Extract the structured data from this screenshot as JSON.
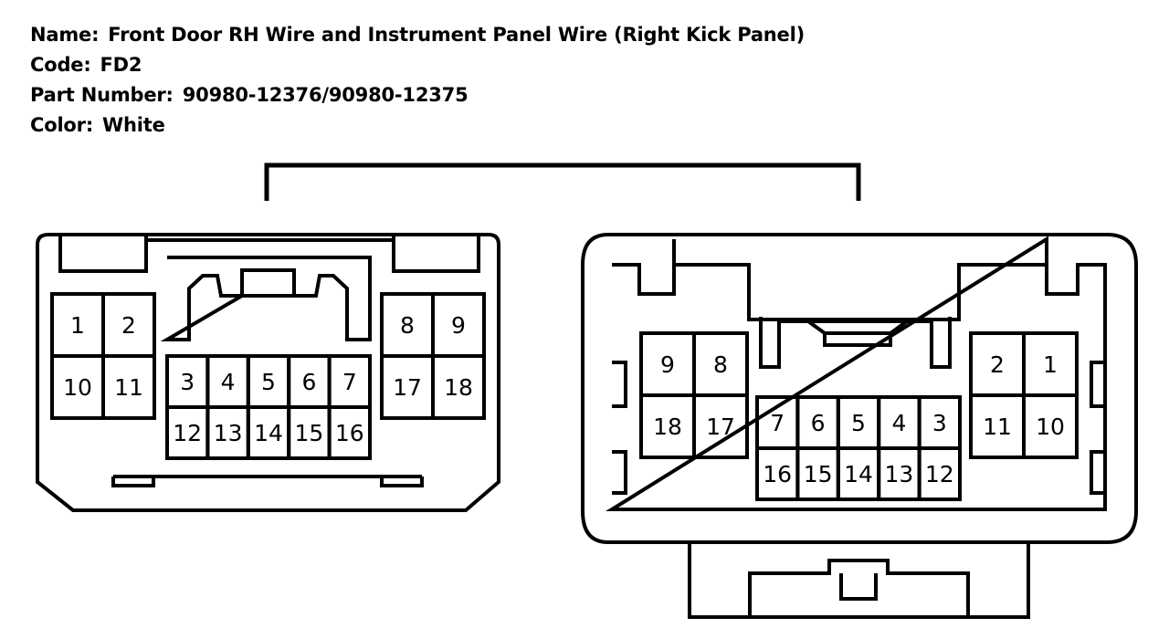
{
  "header": {
    "name_label": "Name:",
    "name_value": "Front Door RH Wire and Instrument Panel Wire (Right Kick Panel)",
    "code_label": "Code:",
    "code_value": "FD2",
    "part_label": "Part Number:",
    "part_value": "90980-12376/90980-12375",
    "color_label": "Color:",
    "color_value": "White"
  },
  "left_connector": {
    "left_block": [
      "1",
      "2",
      "10",
      "11"
    ],
    "center_top": [
      "3",
      "4",
      "5",
      "6",
      "7"
    ],
    "center_bottom": [
      "12",
      "13",
      "14",
      "15",
      "16"
    ],
    "right_block": [
      "8",
      "9",
      "17",
      "18"
    ]
  },
  "right_connector": {
    "left_block": [
      "9",
      "8",
      "18",
      "17"
    ],
    "center_top": [
      "7",
      "6",
      "5",
      "4",
      "3"
    ],
    "center_bottom": [
      "16",
      "15",
      "14",
      "13",
      "12"
    ],
    "right_block": [
      "2",
      "1",
      "11",
      "10"
    ]
  }
}
